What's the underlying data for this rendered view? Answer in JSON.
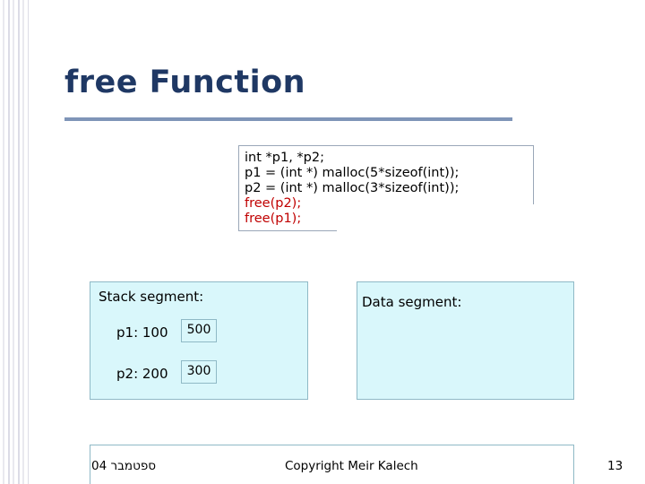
{
  "slide": {
    "title": "free Function",
    "code": {
      "lines": [
        {
          "text": "int *p1, *p2;",
          "style": "normal"
        },
        {
          "text": "p1 = (int *) malloc(5*sizeof(int));",
          "style": "normal"
        },
        {
          "text": "p2 = (int *) malloc(3*sizeof(int));",
          "style": "normal"
        },
        {
          "text": "free(p2);",
          "style": "free"
        },
        {
          "text": "free(p1);",
          "style": "free"
        }
      ]
    },
    "stack_segment": {
      "label": "Stack segment:",
      "rows": [
        {
          "name": "p1: 100",
          "value": "500"
        },
        {
          "name": "p2: 200",
          "value": "300"
        }
      ]
    },
    "data_segment": {
      "label": "Data segment:"
    },
    "footer": {
      "date": "ספטמבר 04",
      "copyright": "Copyright Meir Kalech",
      "page": "13"
    },
    "colors": {
      "title": "#1F3864",
      "rule": "#7F95B8",
      "code_highlight": "#C00000",
      "segment_fill": "#D9F7FB",
      "segment_border": "#8FB9C6"
    }
  }
}
